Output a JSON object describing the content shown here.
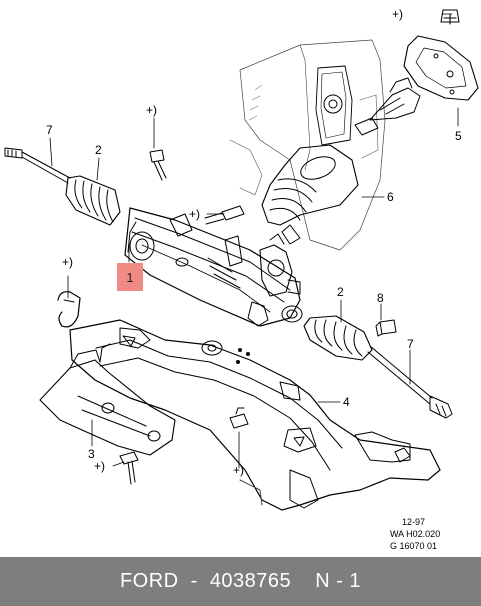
{
  "callouts": {
    "plus_top_right": "+)",
    "n5": "5",
    "n6": "6",
    "n7_top_left": "7",
    "n2_top": "2",
    "plus_bolt": "+)",
    "plus_mid": "+)",
    "n1": "1",
    "plus_clip": "+)",
    "n2_right": "2",
    "n8": "8",
    "n7_right": "7",
    "n4": "4",
    "n3": "3",
    "plus_bottom_left": "+)",
    "plus_bottom_center": "+)"
  },
  "reference": {
    "date": "12-97",
    "code": "WA H02.020",
    "drawing_number": "G 16070 01"
  },
  "footer": {
    "brand": "FORD",
    "separator": "-",
    "part_number": "4038765",
    "note": "N - 1"
  },
  "colors": {
    "highlight": "#ef8b84",
    "footer_bg": "#7e7e7e"
  }
}
